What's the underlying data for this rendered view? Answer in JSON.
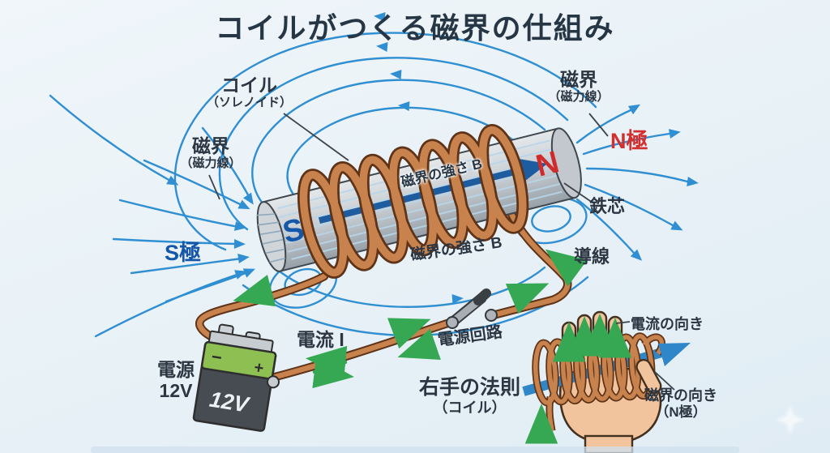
{
  "title": "コイルがつくる磁界の仕組み",
  "solenoid": {
    "coil_label": {
      "line1": "コイル",
      "line2": "（ソレノイド）"
    },
    "field_label_left": {
      "line1": "磁界",
      "line2": "（磁力線）"
    },
    "field_label_right": {
      "line1": "磁界",
      "line2": "（磁力線）"
    },
    "n_pole": "N極",
    "s_pole": "S極",
    "n_letter": "N",
    "s_letter": "S",
    "iron_core": "鉄芯",
    "lead_wire": "導線",
    "field_strength_top": "磁界の強さ B",
    "field_strength_bottom": "磁界の強さ B"
  },
  "circuit": {
    "current": "電流 I",
    "power_circuit": "電源回路",
    "power_supply": {
      "line1": "電源",
      "line2": "12V"
    },
    "battery": {
      "voltage": "12V",
      "minus": "−",
      "plus": "+"
    }
  },
  "right_hand_rule": {
    "heading": {
      "line1": "右手の法則",
      "line2": "（コイル）"
    },
    "current_direction": "電流の向き",
    "field_direction": {
      "line1": "磁界の向き",
      "line2": "（N極）"
    }
  },
  "colors": {
    "background": "#e9f2f7",
    "text_navy": "#2b3642",
    "field_line_blue": "#2f8fd2",
    "core_arrow_blue": "#1d5c9f",
    "copper": "#c8824d",
    "copper_dark": "#5e3317",
    "n_pole_red": "#d32f2f",
    "s_pole_blue": "#1456a8",
    "current_green": "#36a854",
    "battery_green": "#8dbf52",
    "battery_body": "#474c52",
    "core_gray": "#c6ccd1",
    "hand_skin": "#f2c49e"
  }
}
